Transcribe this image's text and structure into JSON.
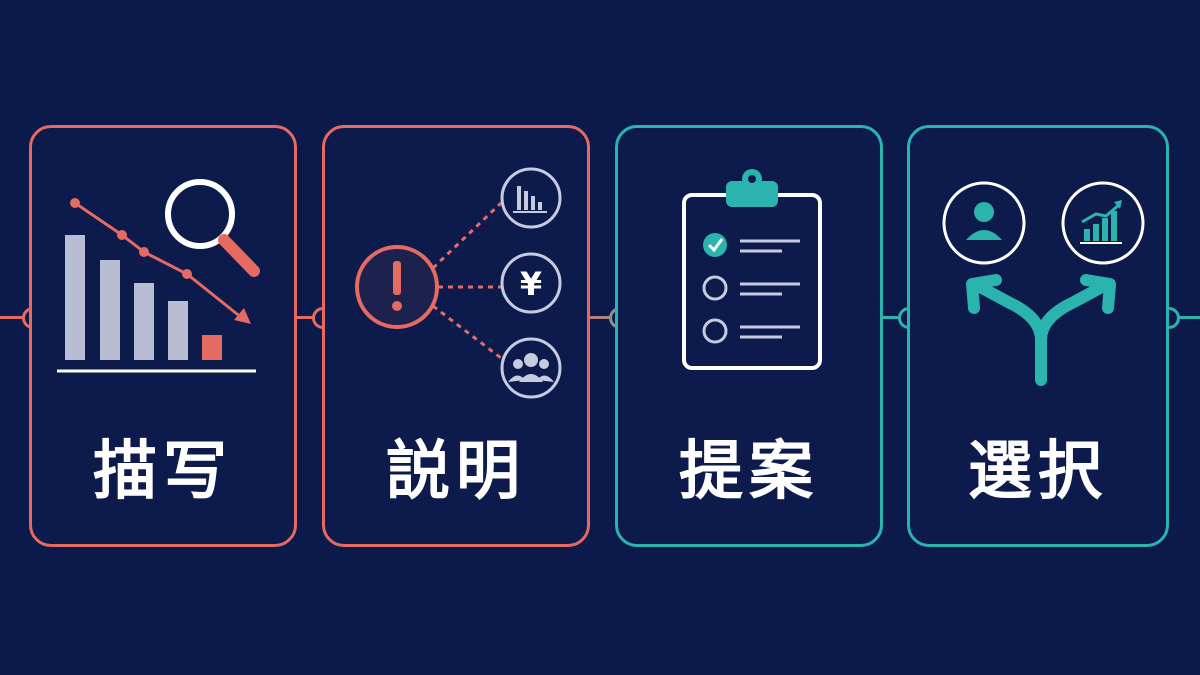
{
  "steps": [
    {
      "label": "描写",
      "theme": "red"
    },
    {
      "label": "説明",
      "theme": "red"
    },
    {
      "label": "提案",
      "theme": "teal"
    },
    {
      "label": "選択",
      "theme": "teal"
    }
  ],
  "icons": {
    "step1": [
      "bar-chart-icon",
      "magnifier-icon",
      "trend-down-arrow-icon"
    ],
    "step2": [
      "alert-icon",
      "bar-chart-icon",
      "yen-icon",
      "people-icon"
    ],
    "step3": [
      "clipboard-checklist-icon"
    ],
    "step4": [
      "person-icon",
      "growth-chart-icon",
      "fork-arrow-icon"
    ]
  },
  "colors": {
    "background": "#0b1a4a",
    "red": "#e46a62",
    "teal": "#2bb3ad",
    "bar": "#b9bdd3",
    "text": "#ffffff"
  },
  "icons_glyph": {
    "yen": "¥",
    "alert": "!"
  }
}
